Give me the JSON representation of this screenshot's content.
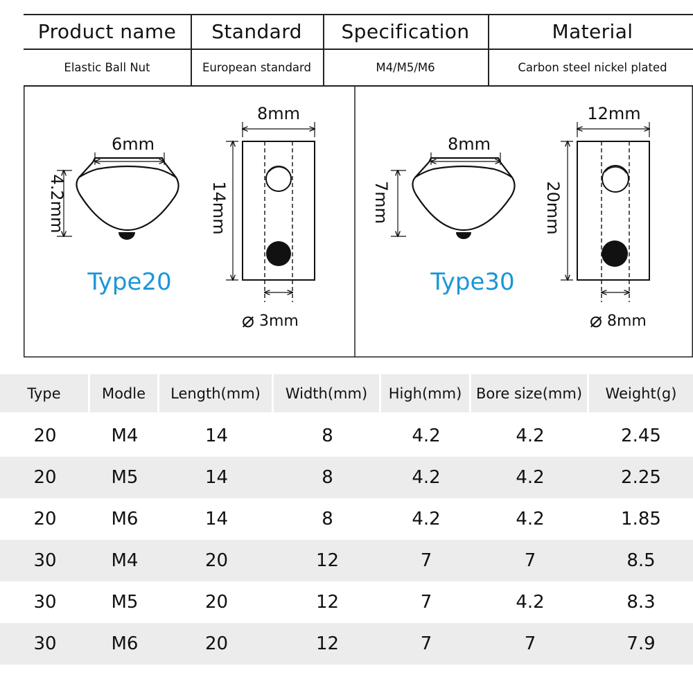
{
  "info_table": {
    "headers": [
      "Product name",
      "Standard",
      "Specification",
      "Material"
    ],
    "values": [
      "Elastic Ball Nut",
      "European standard",
      "M4/M5/M6",
      "Carbon steel nickel plated"
    ]
  },
  "diagram": {
    "type20": {
      "label": "Type20",
      "top_width": "6mm",
      "height": "4.2mm",
      "body_width": "8mm",
      "length": "14mm",
      "bore": "3mm"
    },
    "type30": {
      "label": "Type30",
      "top_width": "8mm",
      "height": "7mm",
      "body_width": "12mm",
      "length": "20mm",
      "bore": "8mm"
    },
    "diameter_symbol": "⌀",
    "label_color": "#1a96d8"
  },
  "spec_table": {
    "headers": [
      "Type",
      "Modle",
      "Length(mm)",
      "Width(mm)",
      "High(mm)",
      "Bore size(mm)",
      "Weight(g)"
    ],
    "rows": [
      [
        "20",
        "M4",
        "14",
        "8",
        "4.2",
        "4.2",
        "2.45"
      ],
      [
        "20",
        "M5",
        "14",
        "8",
        "4.2",
        "4.2",
        "2.25"
      ],
      [
        "20",
        "M6",
        "14",
        "8",
        "4.2",
        "4.2",
        "1.85"
      ],
      [
        "30",
        "M4",
        "20",
        "12",
        "7",
        "7",
        "8.5"
      ],
      [
        "30",
        "M5",
        "20",
        "12",
        "7",
        "4.2",
        "8.3"
      ],
      [
        "30",
        "M6",
        "20",
        "12",
        "7",
        "7",
        "7.9"
      ]
    ]
  }
}
